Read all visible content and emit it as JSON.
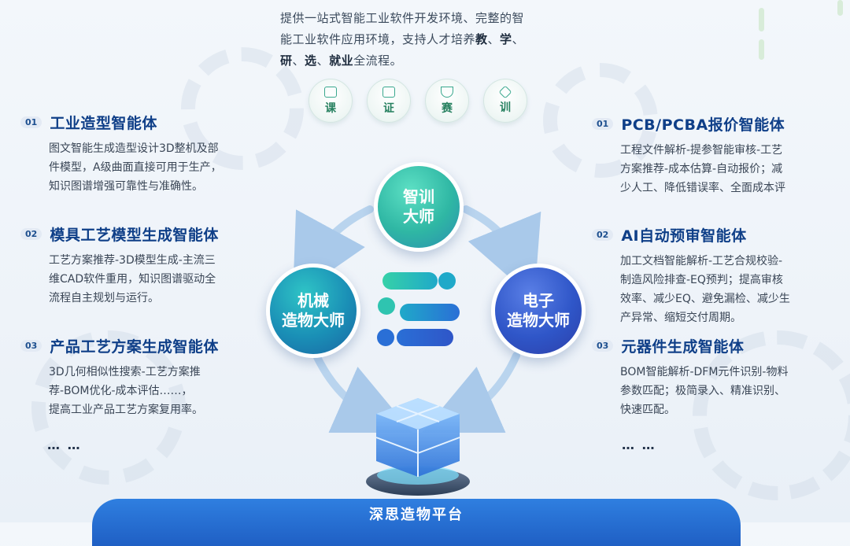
{
  "intro": {
    "line1": "提供一站式智能工业软件开发环境、完整的智",
    "line2_pre": "能工业软件应用环境，支持人才培养",
    "w1": "教",
    "s1": "、",
    "w2": "学",
    "s2": "、",
    "w3": "研",
    "s3": "、",
    "w4": "选",
    "s4": "、",
    "w5": "就业",
    "line3_post": "全流程。"
  },
  "badges": [
    {
      "label": "课",
      "icon": "book-icon"
    },
    {
      "label": "证",
      "icon": "certificate-icon"
    },
    {
      "label": "赛",
      "icon": "trophy-icon"
    },
    {
      "label": "训",
      "icon": "cube-icon"
    }
  ],
  "left_agents": [
    {
      "num": "01",
      "title": "工业造型智能体",
      "lines": [
        "图文智能生成造型设计3D整机及部",
        "件模型，A级曲面直接可用于生产，",
        "知识图谱增强可靠性与准确性。"
      ]
    },
    {
      "num": "02",
      "title": "模具工艺模型生成智能体",
      "lines": [
        "工艺方案推荐-3D模型生成-主流三",
        "维CAD软件重用，知识图谱驱动全",
        "流程自主规划与运行。"
      ]
    },
    {
      "num": "03",
      "title": "产品工艺方案生成智能体",
      "lines": [
        "3D几何相似性搜索-工艺方案推",
        "荐-BOM优化-成本评估……，",
        "提高工业产品工艺方案复用率。"
      ]
    }
  ],
  "right_agents": [
    {
      "num": "01",
      "title": "PCB/PCBA报价智能体",
      "lines": [
        "工程文件解析-提参智能审核-工艺",
        "方案推荐-成本估算-自动报价；减",
        "少人工、降低错误率、全面成本评"
      ]
    },
    {
      "num": "02",
      "title": "AI自动预审智能体",
      "lines": [
        "加工文档智能解析-工艺合规校验-",
        "制造风险排查-EQ预判；提高审核",
        "效率、减少EQ、避免漏检、减少生",
        "产异常、缩短交付周期。"
      ]
    },
    {
      "num": "03",
      "title": "元器件生成智能体",
      "lines": [
        "BOM智能解析-DFM元件识别-物料",
        "参数匹配；极简录入、精准识别、",
        "快速匹配。"
      ]
    }
  ],
  "more_left": "… …",
  "more_right": "… …",
  "masters": {
    "top": [
      "智训",
      "大师"
    ],
    "left": [
      "机械",
      "造物大师"
    ],
    "right": [
      "电子",
      "造物大师"
    ]
  },
  "platform": "深思造物平台",
  "colors": {
    "title_blue": "#0f3f88",
    "teal": "#2fb7a4",
    "platform_blue": "#2f7fe0"
  }
}
